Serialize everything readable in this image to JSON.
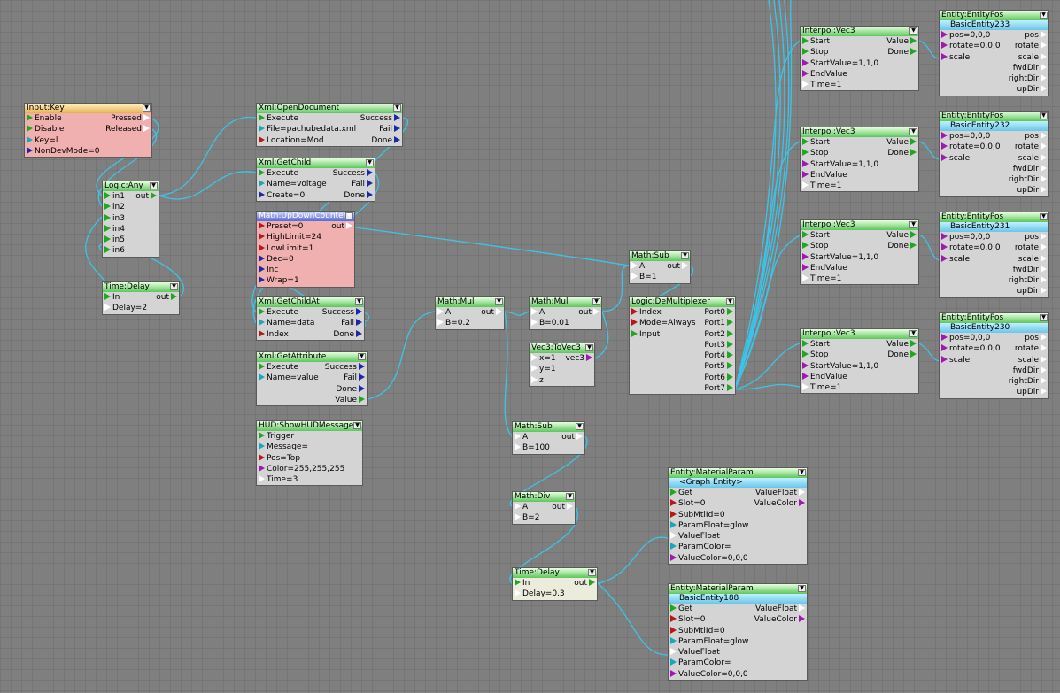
{
  "nodes": [
    {
      "name": "Input:Key",
      "header": "orange",
      "bg": "pink",
      "ports": [
        [
          "green",
          "Enable",
          "Pressed",
          "gray"
        ],
        [
          "green",
          "Disable",
          "Released",
          "gray"
        ],
        [
          "cyan",
          "Key=l",
          "",
          ""
        ],
        [
          "navy",
          "NonDevMode=0",
          "",
          ""
        ]
      ]
    },
    {
      "name": "Logic:Any",
      "ports": [
        [
          "green",
          "in1",
          "out",
          "green"
        ],
        [
          "green",
          "in2",
          "",
          ""
        ],
        [
          "green",
          "in3",
          "",
          ""
        ],
        [
          "green",
          "in4",
          "",
          ""
        ],
        [
          "green",
          "in5",
          "",
          ""
        ],
        [
          "green",
          "in6",
          "",
          ""
        ]
      ]
    },
    {
      "name": "Time:Delay",
      "ports": [
        [
          "green",
          "In",
          "out",
          "green"
        ],
        [
          "gray",
          "Delay=2",
          "",
          ""
        ]
      ]
    },
    {
      "name": "Xml:OpenDocument",
      "ports": [
        [
          "green",
          "Execute",
          "Success",
          "navy"
        ],
        [
          "cyan",
          "File=pachubedata.xml",
          "Fail",
          "navy"
        ],
        [
          "red",
          "Location=Mod",
          "Done",
          "navy"
        ]
      ]
    },
    {
      "name": "Xml:GetChild",
      "ports": [
        [
          "green",
          "Execute",
          "Success",
          "navy"
        ],
        [
          "cyan",
          "Name=voltage",
          "Fail",
          "navy"
        ],
        [
          "navy",
          "Create=0",
          "Done",
          "navy"
        ]
      ]
    },
    {
      "name": "Math:UpDownCounter",
      "header": "blue",
      "bg": "pink",
      "ports": [
        [
          "red",
          "Preset=0",
          "out",
          "gray"
        ],
        [
          "red",
          "HighLimit=24",
          "",
          ""
        ],
        [
          "red",
          "LowLimit=1",
          "",
          ""
        ],
        [
          "navy",
          "Dec=0",
          "",
          ""
        ],
        [
          "navy",
          "Inc",
          "",
          ""
        ],
        [
          "navy",
          "Wrap=1",
          "",
          ""
        ]
      ]
    },
    {
      "name": "Xml:GetChildAt",
      "ports": [
        [
          "green",
          "Execute",
          "Success",
          "navy"
        ],
        [
          "cyan",
          "Name=data",
          "Fail",
          "navy"
        ],
        [
          "red",
          "Index",
          "Done",
          "navy"
        ]
      ]
    },
    {
      "name": "Xml:GetAttribute",
      "ports": [
        [
          "green",
          "Execute",
          "Success",
          "navy"
        ],
        [
          "cyan",
          "Name=value",
          "Fail",
          "navy"
        ],
        [
          "",
          "",
          "Done",
          "navy"
        ],
        [
          "",
          "",
          "Value",
          "green"
        ]
      ]
    },
    {
      "name": "HUD:ShowHUDMessage",
      "ports": [
        [
          "green",
          "Trigger",
          "",
          ""
        ],
        [
          "cyan",
          "Message=",
          "",
          ""
        ],
        [
          "red",
          "Pos=Top",
          "",
          ""
        ],
        [
          "purple",
          "Color=255,255,255",
          "",
          ""
        ],
        [
          "gray",
          "Time=3",
          "",
          ""
        ]
      ]
    },
    {
      "name": "Math:Mul",
      "ports": [
        [
          "gray",
          "A",
          "out",
          "gray"
        ],
        [
          "gray",
          "B=0.2",
          "",
          ""
        ]
      ]
    },
    {
      "name": "Math:Mul",
      "ports": [
        [
          "gray",
          "A",
          "out",
          "gray"
        ],
        [
          "gray",
          "B=0.01",
          "",
          ""
        ]
      ]
    },
    {
      "name": "Vec3:ToVec3",
      "ports": [
        [
          "gray",
          "x=1",
          "vec3",
          "purple"
        ],
        [
          "gray",
          "y=1",
          "",
          ""
        ],
        [
          "gray",
          "z",
          "",
          ""
        ]
      ]
    },
    {
      "name": "Math:Sub",
      "ports": [
        [
          "gray",
          "A",
          "out",
          "gray"
        ],
        [
          "gray",
          "B=1",
          "",
          ""
        ]
      ]
    },
    {
      "name": "Logic:DeMultiplexer",
      "ports": [
        [
          "red",
          "Index",
          "Port0",
          "green"
        ],
        [
          "red",
          "Mode=Always",
          "Port1",
          "green"
        ],
        [
          "green",
          "Input",
          "Port2",
          "green"
        ],
        [
          "",
          "",
          "Port3",
          "green"
        ],
        [
          "",
          "",
          "Port4",
          "green"
        ],
        [
          "",
          "",
          "Port5",
          "green"
        ],
        [
          "",
          "",
          "Port6",
          "green"
        ],
        [
          "",
          "",
          "Port7",
          "green"
        ]
      ]
    },
    {
      "name": "Math:Sub",
      "ports": [
        [
          "gray",
          "A",
          "out",
          "gray"
        ],
        [
          "gray",
          "B=100",
          "",
          ""
        ]
      ]
    },
    {
      "name": "Math:Div",
      "ports": [
        [
          "gray",
          "A",
          "out",
          "gray"
        ],
        [
          "gray",
          "B=2",
          "",
          ""
        ]
      ]
    },
    {
      "name": "Time:Delay",
      "bg": "white",
      "ports": [
        [
          "green",
          "In",
          "out",
          "green"
        ],
        [
          "gray",
          "Delay=0.3",
          "",
          ""
        ]
      ]
    },
    {
      "name": "Interpol:Vec3",
      "ports": [
        [
          "green",
          "Start",
          "Value",
          "green"
        ],
        [
          "green",
          "Stop",
          "Done",
          "green"
        ],
        [
          "purple",
          "StartValue=1,1,0",
          ""
        ],
        [
          "purple",
          "EndValue",
          "",
          ""
        ],
        [
          "gray",
          "Time=1",
          "",
          ""
        ]
      ]
    },
    {
      "name": "Interpol:Vec3",
      "ports": [
        [
          "green",
          "Start",
          "Value",
          "green"
        ],
        [
          "green",
          "Stop",
          "Done",
          "green"
        ],
        [
          "purple",
          "StartValue=1,1,0",
          "",
          ""
        ],
        [
          "purple",
          "EndValue",
          "",
          ""
        ],
        [
          "gray",
          "Time=1",
          "",
          ""
        ]
      ]
    },
    {
      "name": "Interpol:Vec3",
      "ports": [
        [
          "green",
          "Start",
          "Value",
          "green"
        ],
        [
          "green",
          "Stop",
          "Done",
          "green"
        ],
        [
          "purple",
          "StartValue=1,1,0",
          "",
          ""
        ],
        [
          "purple",
          "EndValue",
          "",
          ""
        ],
        [
          "gray",
          "Time=1",
          "",
          ""
        ]
      ]
    },
    {
      "name": "Interpol:Vec3",
      "ports": [
        [
          "green",
          "Start",
          "Value",
          "green"
        ],
        [
          "green",
          "Stop",
          "Done",
          "green"
        ],
        [
          "purple",
          "StartValue=1,1,0",
          "",
          ""
        ],
        [
          "purple",
          "EndValue",
          "",
          ""
        ],
        [
          "gray",
          "Time=1",
          "",
          ""
        ]
      ]
    },
    {
      "name": "Entity:EntityPos",
      "entity": "BasicEntity233",
      "ports": [
        [
          "purple",
          "pos=0,0,0",
          "pos",
          "gray"
        ],
        [
          "purple",
          "rotate=0,0,0",
          "rotate",
          "gray"
        ],
        [
          "purple",
          "scale",
          "scale",
          "gray"
        ],
        [
          "",
          "",
          "fwdDir",
          "gray"
        ],
        [
          "",
          "",
          "rightDir",
          "gray"
        ],
        [
          "",
          "",
          "upDir",
          "gray"
        ]
      ]
    },
    {
      "name": "Entity:EntityPos",
      "entity": "BasicEntity232",
      "ports": [
        [
          "purple",
          "pos=0,0,0",
          "pos",
          "gray"
        ],
        [
          "purple",
          "rotate=0,0,0",
          "rotate",
          "gray"
        ],
        [
          "purple",
          "scale",
          "scale",
          "gray"
        ],
        [
          "",
          "",
          "fwdDir",
          "gray"
        ],
        [
          "",
          "",
          "rightDir",
          "gray"
        ],
        [
          "",
          "",
          "upDir",
          "gray"
        ]
      ]
    },
    {
      "name": "Entity:EntityPos",
      "entity": "BasicEntity231",
      "ports": [
        [
          "purple",
          "pos=0,0,0",
          "pos",
          "gray"
        ],
        [
          "purple",
          "rotate=0,0,0",
          "rotate",
          "gray"
        ],
        [
          "purple",
          "scale",
          "scale",
          "gray"
        ],
        [
          "",
          "",
          "fwdDir",
          "gray"
        ],
        [
          "",
          "",
          "rightDir",
          "gray"
        ],
        [
          "",
          "",
          "upDir",
          "gray"
        ]
      ]
    },
    {
      "name": "Entity:EntityPos",
      "entity": "BasicEntity230",
      "ports": [
        [
          "purple",
          "pos=0,0,0",
          "pos",
          "gray"
        ],
        [
          "purple",
          "rotate=0,0,0",
          "rotate",
          "gray"
        ],
        [
          "purple",
          "scale",
          "scale",
          "gray"
        ],
        [
          "",
          "",
          "fwdDir",
          "gray"
        ],
        [
          "",
          "",
          "rightDir",
          "gray"
        ],
        [
          "",
          "",
          "upDir",
          "gray"
        ]
      ]
    },
    {
      "name": "Entity:MaterialParam",
      "entity": "<Graph Entity>",
      "ports": [
        [
          "green",
          "Get",
          "ValueFloat",
          "gray"
        ],
        [
          "red",
          "Slot=0",
          "ValueColor",
          "purple"
        ],
        [
          "red",
          "SubMtlId=0",
          "",
          ""
        ],
        [
          "cyan",
          "ParamFloat=glow",
          "",
          ""
        ],
        [
          "gray",
          "ValueFloat",
          "",
          ""
        ],
        [
          "cyan",
          "ParamColor=",
          "",
          ""
        ],
        [
          "purple",
          "ValueColor=0,0,0",
          "",
          ""
        ]
      ]
    },
    {
      "name": "Entity:MaterialParam",
      "entity": "BasicEntity188",
      "ports": [
        [
          "green",
          "Get",
          "ValueFloat",
          "gray"
        ],
        [
          "red",
          "Slot=0",
          "ValueColor",
          "purple"
        ],
        [
          "red",
          "SubMtlId=0",
          "",
          ""
        ],
        [
          "cyan",
          "ParamFloat=glow",
          "",
          ""
        ],
        [
          "gray",
          "ValueFloat",
          "",
          ""
        ],
        [
          "cyan",
          "ParamColor=",
          "",
          ""
        ],
        [
          "purple",
          "ValueColor=0,0,0",
          "",
          ""
        ]
      ]
    }
  ],
  "wire_color": "#3cc4e8",
  "header_colors": {
    "default": "#5cc65c",
    "orange": "#e6b04a",
    "blue": "#5868d8",
    "entity": "#6cc6e8"
  }
}
